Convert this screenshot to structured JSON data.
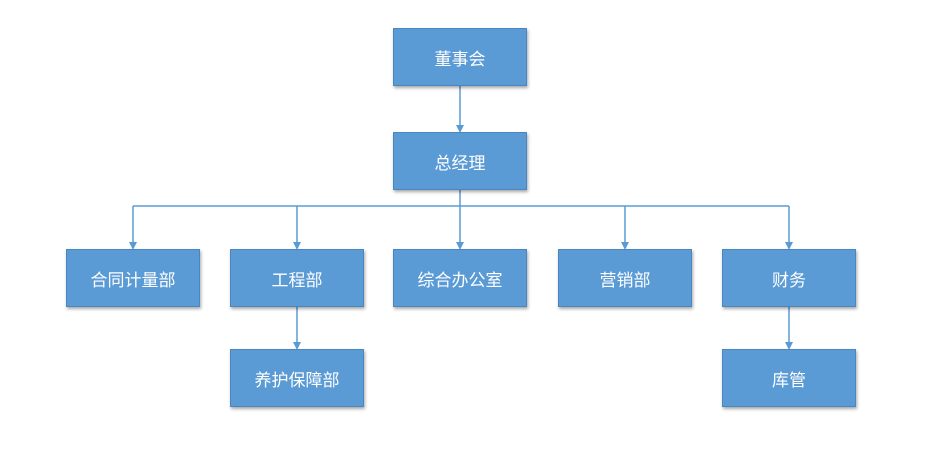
{
  "diagram": {
    "nodes": {
      "board": "董事会",
      "general_manager": "总经理",
      "contract_measurement": "合同计量部",
      "engineering": "工程部",
      "general_office": "综合办公室",
      "sales": "营销部",
      "finance": "财务",
      "maintenance_support": "养护保障部",
      "warehouse": "库管"
    },
    "edges": [
      [
        "board",
        "general_manager"
      ],
      [
        "general_manager",
        "contract_measurement"
      ],
      [
        "general_manager",
        "engineering"
      ],
      [
        "general_manager",
        "general_office"
      ],
      [
        "general_manager",
        "sales"
      ],
      [
        "general_manager",
        "finance"
      ],
      [
        "engineering",
        "maintenance_support"
      ],
      [
        "finance",
        "warehouse"
      ]
    ],
    "colors": {
      "node_fill": "#5b9bd5",
      "node_border": "#4a86c0",
      "node_text": "#ffffff",
      "connector": "#5b9bd5"
    }
  }
}
